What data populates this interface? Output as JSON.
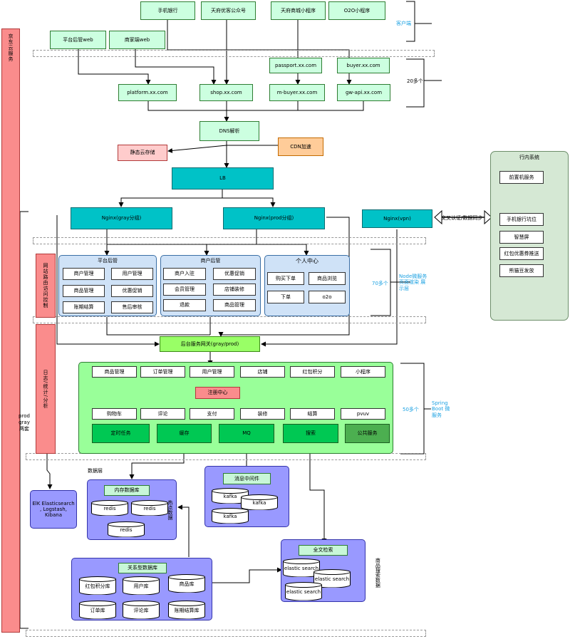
{
  "clients": {
    "bank": "手机银行",
    "wechat": "天府优客公众号",
    "mall_mp": "天府商城小程序",
    "o2o_mp": "O2O小程序",
    "platform_web": "平台后管web",
    "merchant_web": "商家端web",
    "label": "客户端"
  },
  "domains": {
    "passport": "passport.xx.com",
    "buyer": "buyer.xx.com",
    "platform": "platform.xx.com",
    "shop": "shop.xx.com",
    "mbuyer": "m-buyer.xx.com",
    "gwapi": "gw-api.xx.com",
    "count": "20多个"
  },
  "infra": {
    "dns": "DNS解析",
    "static": "静态云存储",
    "cdn": "CDN加速",
    "lb": "LB",
    "ngx_gray": "Nginx(gray分组)",
    "ngx_prod": "Nginx(prod分组)",
    "ngx_vpn": "Nginx(vpn)",
    "exchange": "交叉认证/数据同步"
  },
  "left": {
    "jd": "京东云服务",
    "route": "网站路由访问控制",
    "log": "日志/统计/分析",
    "env": "prod gray 两套"
  },
  "node": {
    "platform": {
      "title": "平台后管",
      "items": [
        "商户管理",
        "用户管理",
        "商品管理",
        "优惠促销",
        "账期结算",
        "售后审核"
      ]
    },
    "merchant": {
      "title": "商户后管",
      "items": [
        "商户入驻",
        "优惠促销",
        "会员管理",
        "店铺装修",
        "退款",
        "商品管理"
      ]
    },
    "personal": {
      "title": "个人中心",
      "items": [
        "购买下单",
        "商品浏览",
        "下单",
        "o2o"
      ]
    },
    "count": "70多个",
    "desc": "Node微服务 页面渲染 展示层"
  },
  "gateway": "后台服务网关(gray/prod)",
  "services": {
    "top": [
      "商品管理",
      "订单管理",
      "用户管理",
      "店铺",
      "红包积分",
      "小程序"
    ],
    "registry": "注册中心",
    "mid": [
      "购物车",
      "评论",
      "支付",
      "装修",
      "结算",
      "pvuv"
    ],
    "bottom": [
      "定时任务",
      "缓存",
      "MQ",
      "搜索",
      "公共服务"
    ],
    "count": "50多个",
    "desc": "Spring Boot 微服务"
  },
  "data": {
    "layer": "数据层",
    "elk": "ElK Elasticsearch , Logstash, Kibana",
    "mem_title": "内存数据库",
    "redis": "redis",
    "hot": "热点数据",
    "mq_title": "消息中间件",
    "kafka": "kafka",
    "rel_title": "关系型数据库",
    "dbs": [
      "红包积分库",
      "用户库",
      "商品库",
      "订单库",
      "评论库",
      "账期结算库"
    ],
    "search_title": "全文检索",
    "es": "elastic search",
    "search_note": "商品搜索数据"
  },
  "bank": {
    "title": "行内系统",
    "items": [
      "前置机服务",
      "手机银行坑位",
      "智慧屏",
      "红包优惠券推送",
      "熊猫豆发放"
    ]
  }
}
